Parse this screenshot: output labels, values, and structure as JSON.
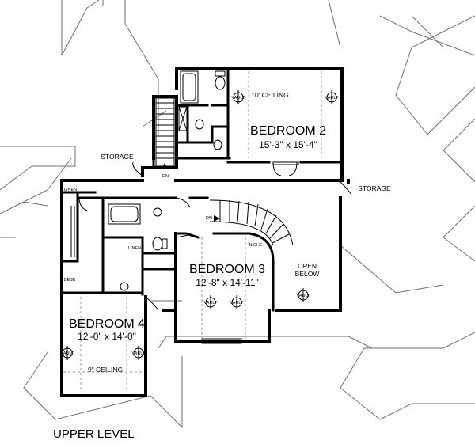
{
  "plan_title": "UPPER LEVEL",
  "rooms": {
    "bedroom2": {
      "name": "BEDROOM 2",
      "size": "15'-3\" x 15'-4\"",
      "ceiling": "10' CEILING"
    },
    "bedroom3": {
      "name": "BEDROOM 3",
      "size": "12'-8\" x 14'-11\""
    },
    "bedroom4": {
      "name": "BEDROOM 4",
      "size": "12'-0\" x 14'-0\"",
      "ceiling": "9\" CEILING"
    }
  },
  "labels": {
    "storage_left": "STORAGE",
    "storage_right": "STORAGE",
    "linen_top": "LINEN",
    "linen_bath": "LINEN",
    "desk": "DESK",
    "niche": "NICHE",
    "open_below_1": "OPEN",
    "open_below_2": "BELOW",
    "dn_left": "DN",
    "dn_stair": "DN",
    "vault": "VAULT"
  }
}
